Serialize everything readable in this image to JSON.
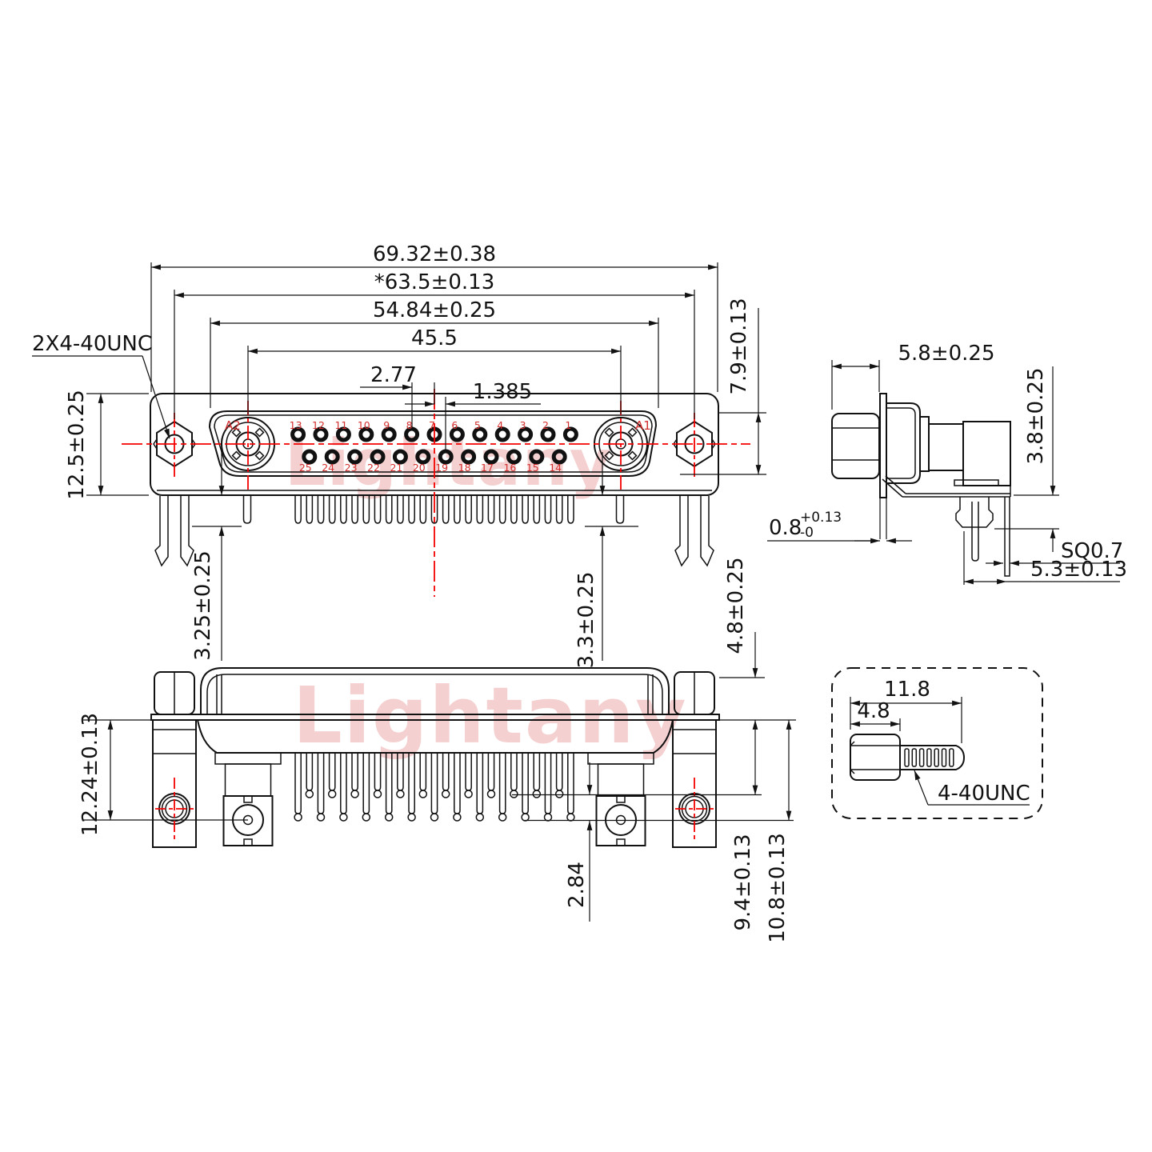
{
  "watermark": "Lightany",
  "front_view": {
    "thread_callout": "2X4-40UNC",
    "coax_labels": [
      "A2",
      "A1"
    ],
    "pin_numbers_top": [
      "13",
      "12",
      "11",
      "10",
      "9",
      "8",
      "7",
      "6",
      "5",
      "4",
      "3",
      "2",
      "1"
    ],
    "pin_numbers_bottom": [
      "25",
      "24",
      "23",
      "22",
      "21",
      "20",
      "19",
      "18",
      "17",
      "16",
      "15",
      "14"
    ],
    "dims": {
      "overall_width": "69.32±0.38",
      "mount_hole_spacing": "*63.5±0.13",
      "shell_width": "54.84±0.25",
      "coax_spacing": "45.5",
      "pin_pitch": "2.77",
      "row_offset": "1.385",
      "flange_height": "12.5±0.25",
      "insert_height": "7.9±0.13",
      "tail_left": "3.25±0.25",
      "tail_right": "3.3±0.25"
    }
  },
  "side_view": {
    "dims": {
      "bracket_depth": "5.8±0.25",
      "standoff_height": "3.8±0.25",
      "flange_thickness": "0.8",
      "flange_tol_plus": "+0.13",
      "flange_tol_minus": "-0",
      "pin_square": "SQ0.7",
      "pin_length": "5.3±0.13"
    }
  },
  "bottom_view": {
    "dims": {
      "bracket_height": "12.24±0.13",
      "pin_row_gap": "2.84",
      "pin_short": "9.4±0.13",
      "pin_long": "10.8±0.13",
      "nut_height": "4.8±0.25"
    }
  },
  "detail_view": {
    "screw_length": "11.8",
    "hex_length": "4.8",
    "thread_label": "4-40UNC"
  }
}
